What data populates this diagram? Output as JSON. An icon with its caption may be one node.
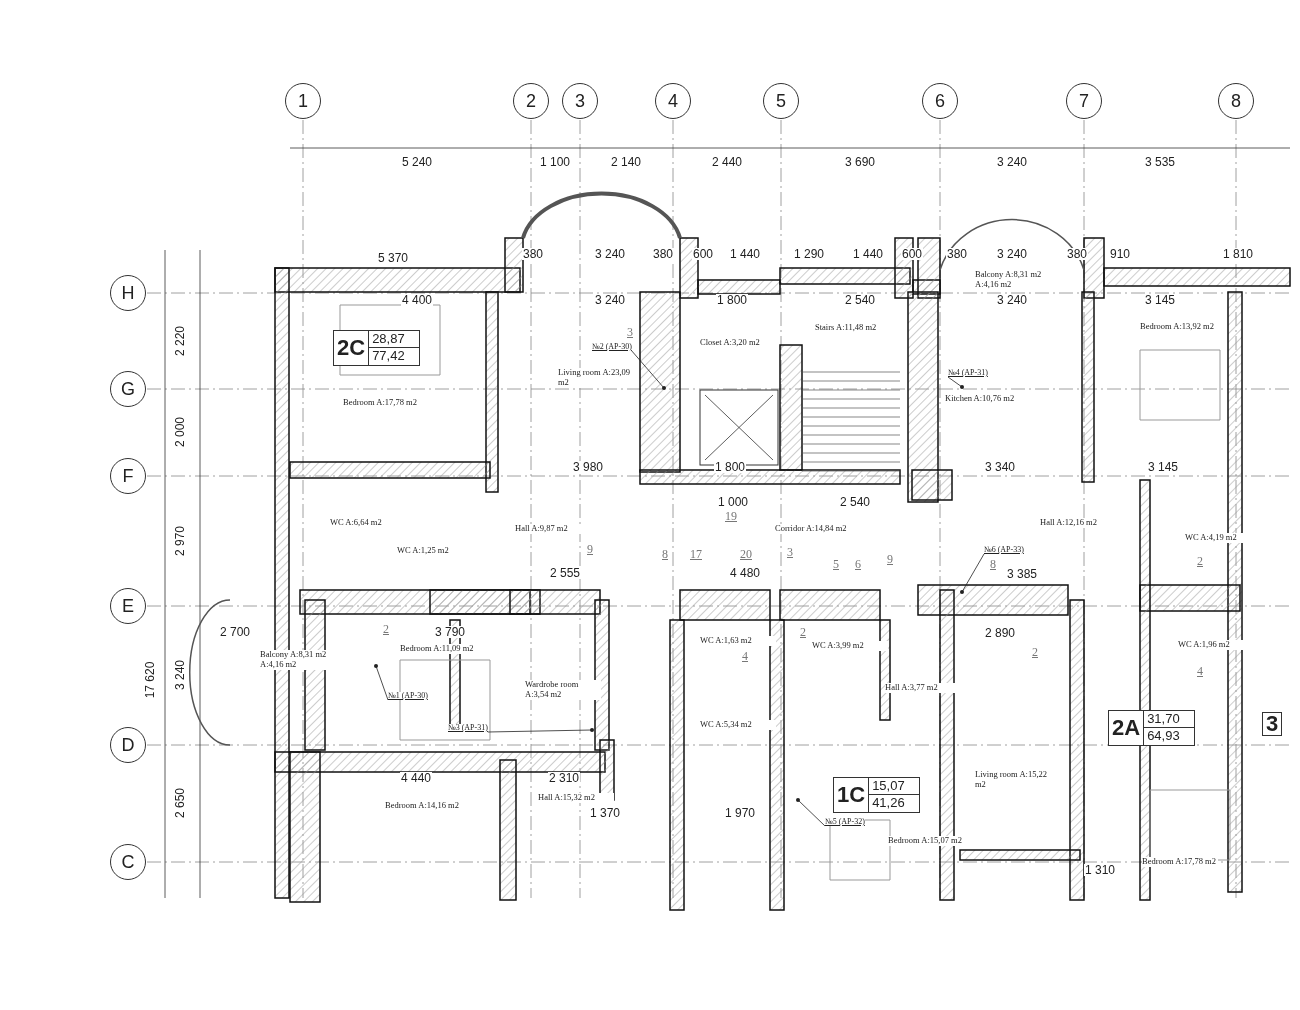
{
  "diagram": {
    "nodes": [
      {
        "text": [
          "1"
        ]
      },
      {
        "text": [
          "2"
        ]
      },
      {
        "text": [
          "3"
        ]
      },
      {
        "text": [
          "4"
        ]
      },
      {
        "text": [
          "5"
        ]
      },
      {
        "text": [
          "6"
        ]
      },
      {
        "text": [
          "7"
        ]
      },
      {
        "text": [
          "8"
        ]
      },
      {
        "text": [
          "H"
        ]
      },
      {
        "text": [
          "G"
        ]
      },
      {
        "text": [
          "F"
        ]
      },
      {
        "text": [
          "E"
        ]
      },
      {
        "text": [
          "D"
        ]
      },
      {
        "text": [
          "C"
        ]
      },
      {
        "text": [
          "2C",
          "28,87",
          "77,42"
        ]
      },
      {
        "text": [
          "2A",
          "31,70",
          "64,93"
        ]
      },
      {
        "text": [
          "1C",
          "15,07",
          "41,26"
        ]
      },
      {
        "text": [
          "3"
        ]
      },
      {
        "text": [
          "№2 (AP-30)"
        ]
      },
      {
        "text": [
          "№4 (AP-31)"
        ]
      },
      {
        "text": [
          "№6 (AP-33)"
        ]
      },
      {
        "text": [
          "№1 (AP-30)"
        ]
      },
      {
        "text": [
          "№3 (AP-31)"
        ]
      },
      {
        "text": [
          "№5 (AP-32)"
        ]
      }
    ],
    "edges": [
      {
        "from": 18,
        "to": null,
        "arrow": "other"
      },
      {
        "from": 19,
        "to": null,
        "arrow": "other"
      },
      {
        "from": 20,
        "to": null,
        "arrow": "other"
      },
      {
        "from": 21,
        "to": null,
        "arrow": "other"
      },
      {
        "from": 22,
        "to": null,
        "arrow": "other"
      },
      {
        "from": 23,
        "to": null,
        "arrow": "other"
      }
    ],
    "labels": [
      "5 240",
      "1 100",
      "2 140",
      "2 440",
      "3 690",
      "3 240",
      "3 535",
      "5 370",
      "380",
      "3 240",
      "380",
      "600",
      "1 440",
      "1 290",
      "1 440",
      "600",
      "380",
      "3 240",
      "380",
      "910",
      "1 810",
      "2 220",
      "4 400",
      "3 240",
      "1 800",
      "2 540",
      "3 240",
      "3 145",
      "2 000",
      "3 980",
      "1 800",
      "3 340",
      "3 145",
      "2 970",
      "1 000",
      "2 540",
      "2 555",
      "4 480",
      "3 385",
      "17 620",
      "3 240",
      "2 700",
      "3 790",
      "2 890",
      "2 650",
      "4 440",
      "2 310",
      "1 370",
      "1 970",
      "1 310",
      "Bedroom A:17,78 m2",
      "Living room A:23,09 m2",
      "Closet A:3,20 m2",
      "Stairs A:11,48 m2",
      "Balcony A:8,31 m2 A:4,16 m2",
      "Bedroom A:13,92 m2",
      "Kitchen A:10,76 m2",
      "WC A:6,64 m2",
      "Hall A:9,87 m2",
      "Corridor A:14,84 m2",
      "Hall A:12,16 m2",
      "WC A:4,19 m2",
      "WC A:1,25 m2",
      "Balcony A:8,31 m2 A:4,16 m2",
      "Bedroom A:11,09 m2",
      "Wardrobe room A:3,54 m2",
      "WC A:1,63 m2",
      "WC A:3,99 m2",
      "WC A:1,96 m2",
      "Hall A:3,77 m2",
      "WC A:5,34 m2",
      "Living room A:15,22 m2",
      "Bedroom A:14,16 m2",
      "Hall A:15,32 m2",
      "Bedroom A:15,07 m2",
      "Bedroom A:17,78 m2",
      "3",
      "19",
      "9",
      "8",
      "17",
      "20",
      "3",
      "5",
      "6",
      "9",
      "8",
      "2",
      "2",
      "4",
      "2",
      "2",
      "4"
    ]
  }
}
